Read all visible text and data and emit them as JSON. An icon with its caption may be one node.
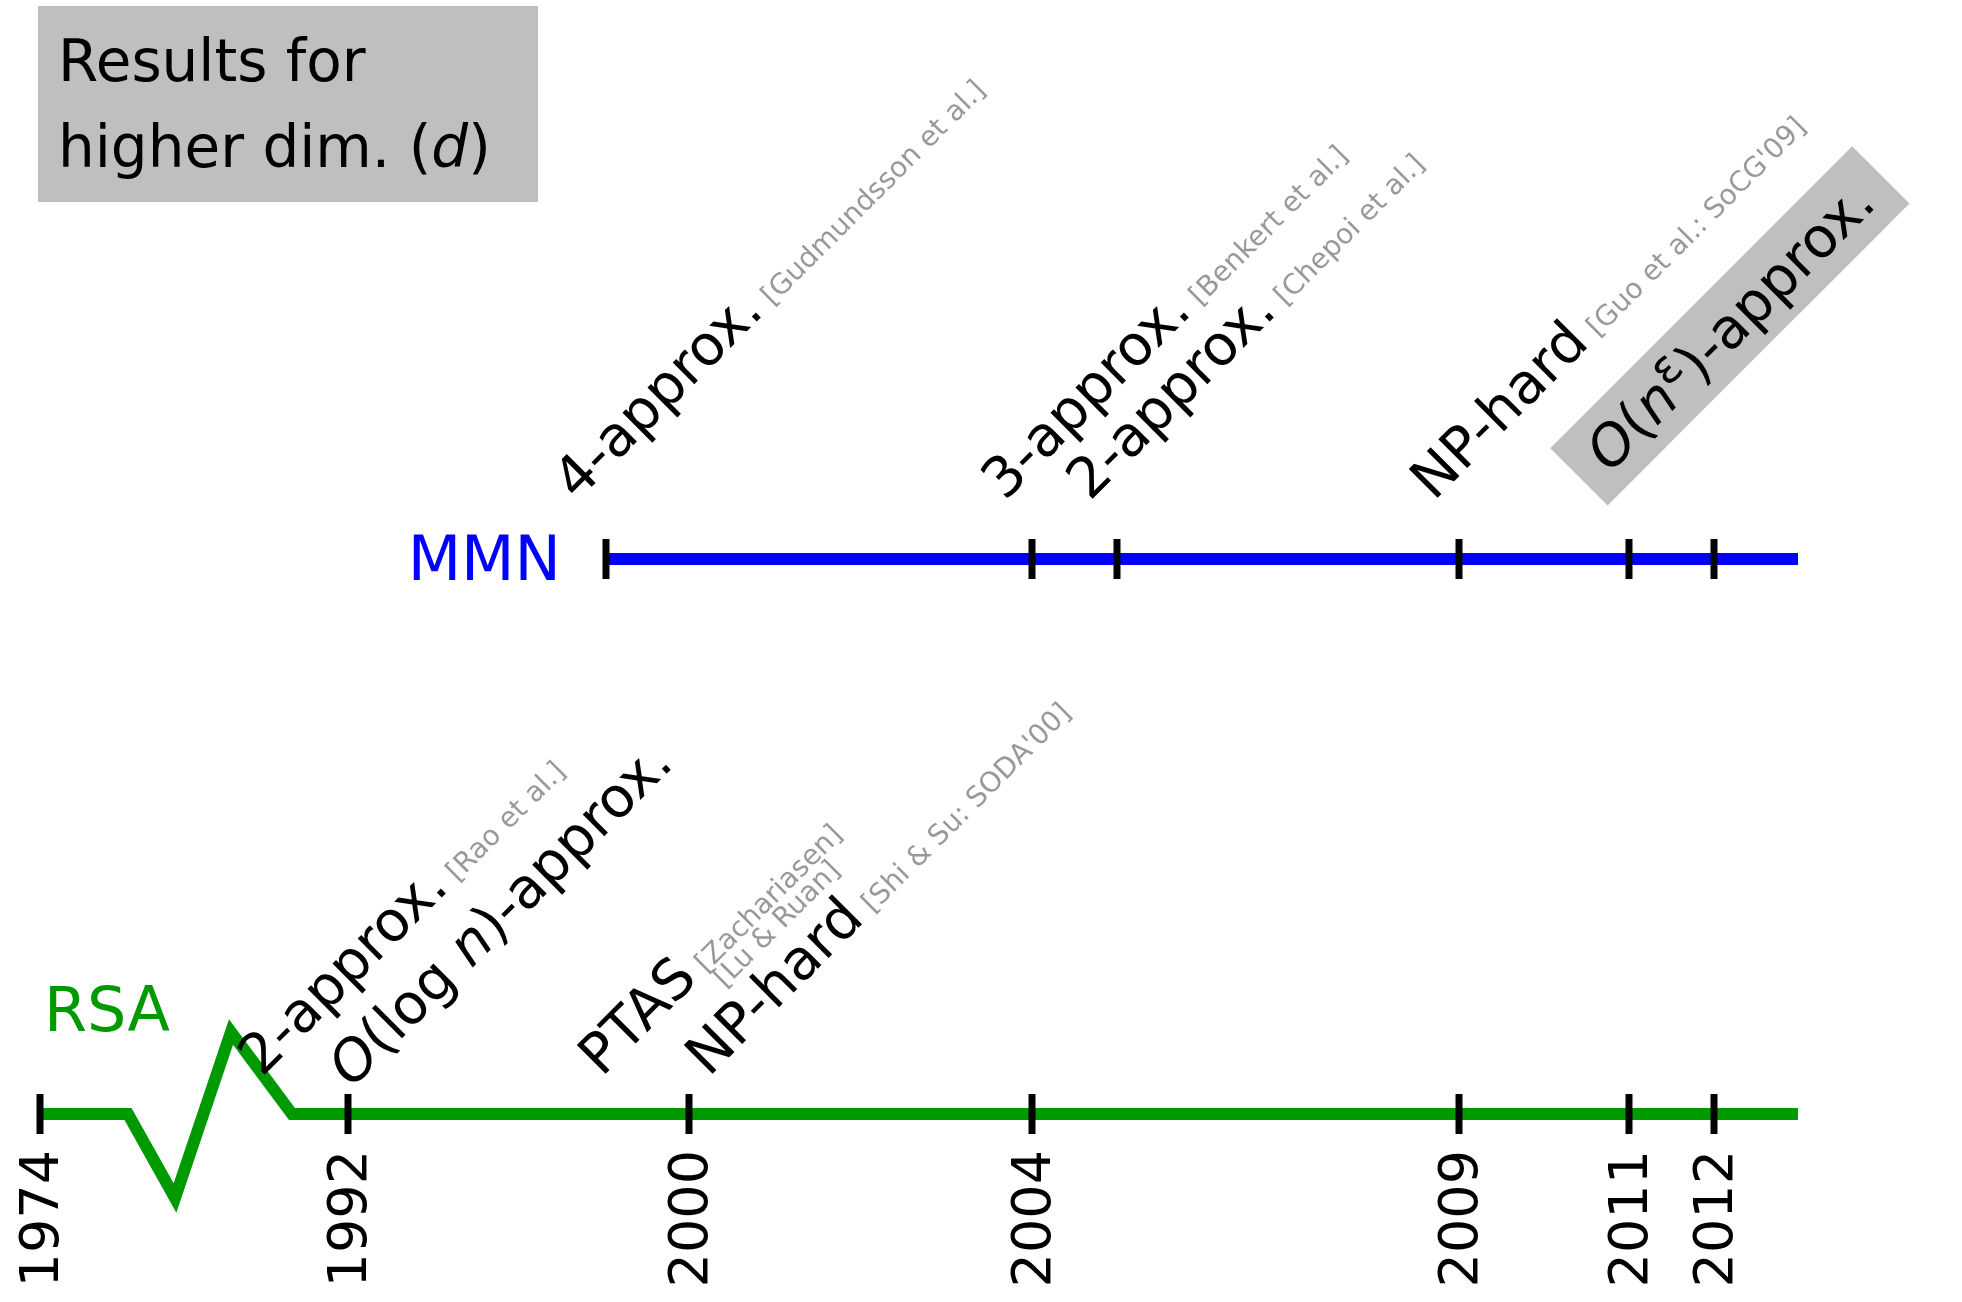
{
  "diagram": {
    "title": "Results for higher dim. (*d*)",
    "labels": [
      "4-approx.",
      "[Gudmundsson et al.]",
      "3-approx.",
      "[Benkert et al.]",
      "2-approx.",
      "[Chepoi et al.]",
      "NP-hard",
      "[Guo et al.: SoCG'09]",
      "*O*(*n*$^{ε}$)-approx.",
      "MMN",
      "RSA",
      "2-approx.",
      "[Rao et al.]",
      "*O*(log *n*)-approx.",
      "PTAS",
      "[Zachariasen]",
      "[Lu & Ruan]",
      "NP-hard",
      "[Shi & Su: SODA'00]",
      "1974",
      "1992",
      "2000",
      "2004",
      "2009",
      "2011",
      "2012"
    ]
  }
}
